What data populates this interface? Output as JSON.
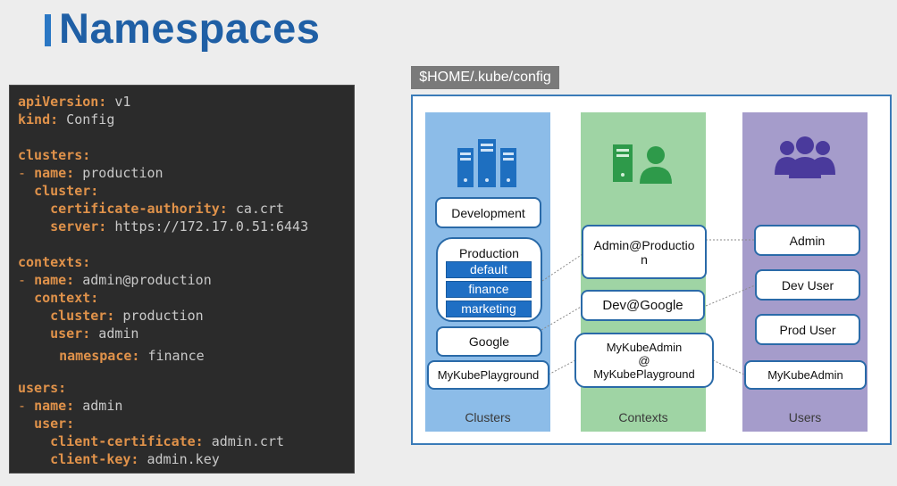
{
  "slide": {
    "title": "Namespaces"
  },
  "code": {
    "lines": [
      {
        "key": "apiVersion:",
        "value": " v1"
      },
      {
        "key": "kind:",
        "value": " Config"
      },
      {
        "key": "clusters:",
        "value": ""
      },
      {
        "prefix": "- ",
        "key": "name:",
        "value": " production"
      },
      {
        "prefix": "  ",
        "key": "cluster:",
        "value": ""
      },
      {
        "prefix": "    ",
        "key": "certificate-authority:",
        "value": " ca.crt"
      },
      {
        "prefix": "    ",
        "key": "server:",
        "value": " https://172.17.0.51:6443"
      },
      {
        "key": "contexts:",
        "value": ""
      },
      {
        "prefix": "- ",
        "key": "name:",
        "value": " admin@production"
      },
      {
        "prefix": "  ",
        "key": "context:",
        "value": ""
      },
      {
        "prefix": "    ",
        "key": "cluster:",
        "value": " production"
      },
      {
        "prefix": "    ",
        "key": "user:",
        "value": " admin"
      },
      {
        "prefix": "    ",
        "key": "namespace:",
        "value": " finance"
      },
      {
        "key": "users:",
        "value": ""
      },
      {
        "prefix": "- ",
        "key": "name:",
        "value": " admin"
      },
      {
        "prefix": "  ",
        "key": "user:",
        "value": ""
      },
      {
        "prefix": "    ",
        "key": "client-certificate:",
        "value": " admin.crt"
      },
      {
        "prefix": "    ",
        "key": "client-key:",
        "value": " admin.key"
      }
    ]
  },
  "diagram": {
    "config_path": "$HOME/.kube/config",
    "columns": {
      "clusters": "Clusters",
      "contexts": "Contexts",
      "users": "Users"
    },
    "clusters": {
      "development": "Development",
      "production": "Production",
      "namespaces": [
        "default",
        "finance",
        "marketing"
      ],
      "google": "Google",
      "mykubeplayground": "MyKubePlayground"
    },
    "contexts": {
      "admin_production": "Admin@Productio n",
      "dev_google": "Dev@Google",
      "mykubeadmin_line1": "MyKubeAdmin",
      "mykubeadmin_line2": "@",
      "mykubeadmin_line3": "MyKubePlayground"
    },
    "users": {
      "admin": "Admin",
      "dev_user": "Dev User",
      "prod_user": "Prod User",
      "mykubeadmin": "MyKubeAdmin"
    },
    "colors": {
      "clusters_col": "#8cbce8",
      "contexts_col": "#9fd4a4",
      "users_col": "#a59ccb",
      "server_icon": "#1e6fc0",
      "context_icon": "#2e9a4a",
      "users_icon": "#4a3a9c",
      "box_border": "#2a6aa8"
    },
    "icons": [
      "server-cluster-icon",
      "computer-user-icon",
      "user-group-icon"
    ]
  }
}
